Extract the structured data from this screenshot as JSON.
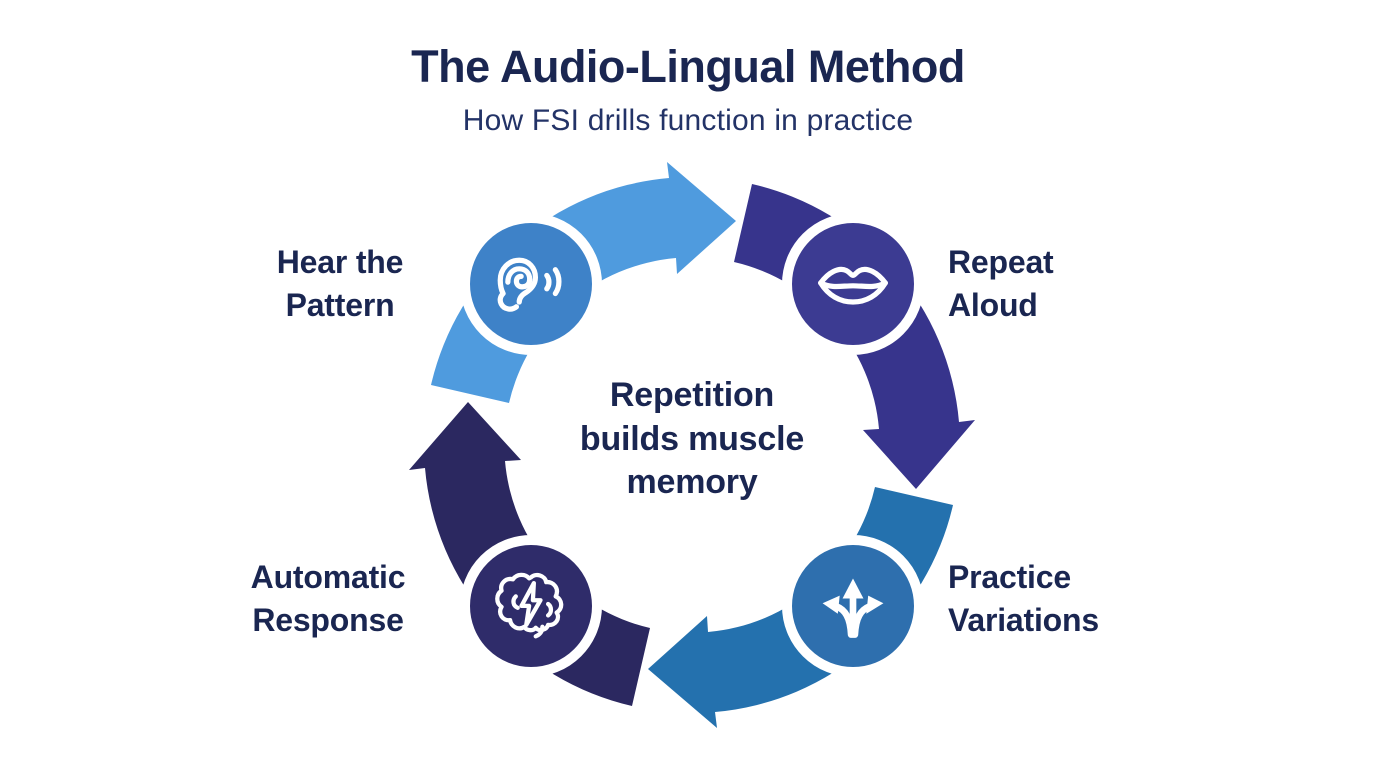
{
  "header": {
    "title": "The Audio-Lingual Method",
    "subtitle": "How FSI drills function in practice"
  },
  "cycle": {
    "type": "circular-process",
    "direction": "clockwise",
    "center_text": {
      "line1": "Repetition",
      "line2": "builds muscle",
      "line3": "memory"
    },
    "steps": [
      {
        "label_line1": "Hear the",
        "label_line2": "Pattern",
        "icon": "ear-listening-icon",
        "node_color": "#3e82c8",
        "arrow_color": "#4f9bde",
        "position": "top-left"
      },
      {
        "label_line1": "Repeat",
        "label_line2": "Aloud",
        "icon": "lips-speaking-icon",
        "node_color": "#3c3b92",
        "arrow_color": "#37348c",
        "position": "top-right"
      },
      {
        "label_line1": "Practice",
        "label_line2": "Variations",
        "icon": "branching-arrows-icon",
        "node_color": "#2e6fae",
        "arrow_color": "#2471ae",
        "position": "bottom-right"
      },
      {
        "label_line1": "Automatic",
        "label_line2": "Response",
        "icon": "brain-lightning-icon",
        "node_color": "#2f2c6a",
        "arrow_color": "#2b2860",
        "position": "bottom-left"
      }
    ]
  },
  "colors": {
    "background": "#ffffff",
    "title_text": "#1a2651",
    "subtitle_text": "#233367",
    "label_text": "#1a2651",
    "icon_stroke": "#ffffff"
  }
}
